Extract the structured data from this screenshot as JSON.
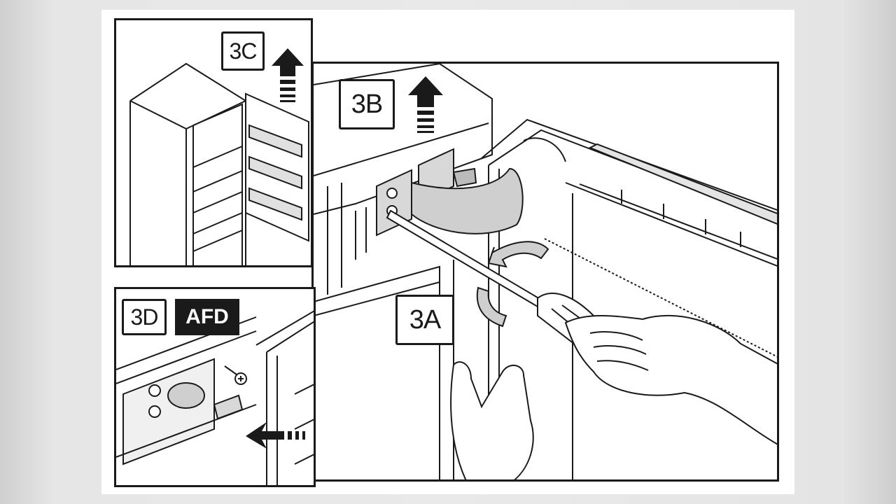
{
  "steps": {
    "step_3a": "3A",
    "step_3b": "3B",
    "step_3c": "3C",
    "step_3d": "3D",
    "afd_badge": "AFD"
  },
  "colors": {
    "line": "#1a1a1a",
    "panel_bg": "#ffffff",
    "shade": "#d4d4d4",
    "hinge_fill": "#cfcfcf",
    "backdrop": "#e6e6e6"
  },
  "icons": [
    "up-arrow-icon",
    "screwdriver-icon",
    "screw-icon",
    "rotation-arrow-icon",
    "insert-arrow-icon",
    "hand-icon"
  ]
}
